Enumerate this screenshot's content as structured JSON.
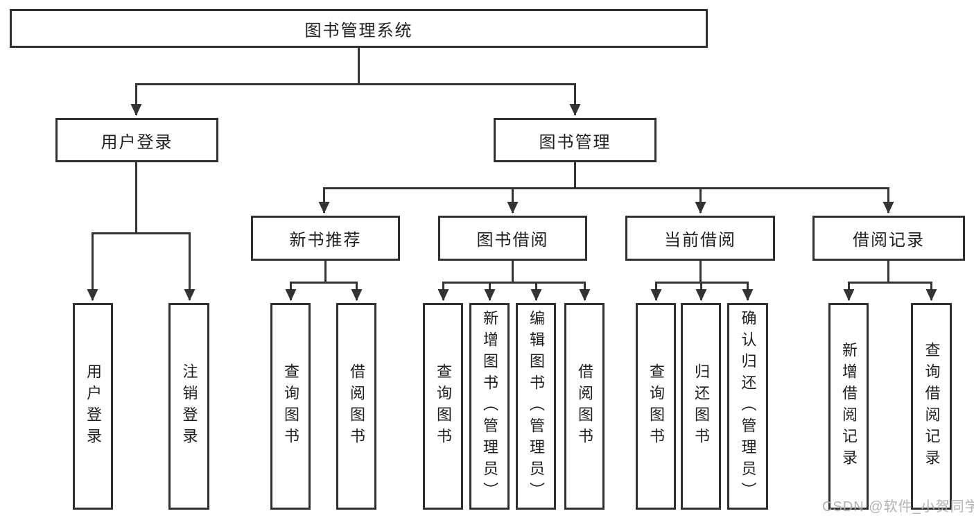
{
  "diagram": {
    "type": "tree",
    "tree": {
      "label": "图书管理系统",
      "children": [
        {
          "label": "用户登录",
          "children": [
            {
              "label": "用户登录"
            },
            {
              "label": "注销登录"
            }
          ]
        },
        {
          "label": "图书管理",
          "children": [
            {
              "label": "新书推荐",
              "children": [
                {
                  "label": "查询图书"
                },
                {
                  "label": "借阅图书"
                }
              ]
            },
            {
              "label": "图书借阅",
              "children": [
                {
                  "label": "查询图书"
                },
                {
                  "label": "新增图书（管理员）"
                },
                {
                  "label": "编辑图书（管理员）"
                },
                {
                  "label": "借阅图书"
                }
              ]
            },
            {
              "label": "当前借阅",
              "children": [
                {
                  "label": "查询图书"
                },
                {
                  "label": "归还图书"
                },
                {
                  "label": "确认归还（管理员）"
                }
              ]
            },
            {
              "label": "借阅记录",
              "children": [
                {
                  "label": "新增借阅记录"
                },
                {
                  "label": "查询借阅记录"
                }
              ]
            }
          ]
        }
      ]
    },
    "watermark": {
      "text": "CSDN @软件_小贺同学"
    },
    "colors": {
      "line": "#333333",
      "box_border": "#303030",
      "box_background": "#ffffff",
      "text": "#1f1f1f",
      "watermark": "#aaaaaa"
    }
  }
}
